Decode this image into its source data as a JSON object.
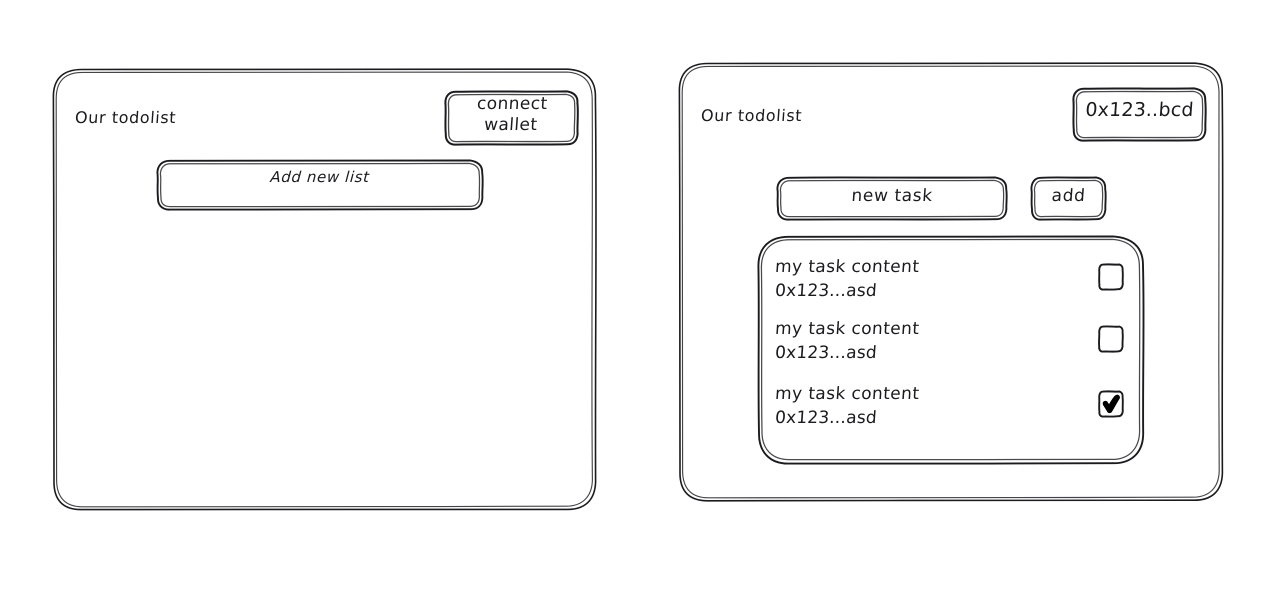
{
  "background_color": "#ffffff",
  "stroke_color": "#1b1b1f",
  "panels": {
    "left": {
      "name": "disconnected-state",
      "title": "Our todolist",
      "connect_wallet_label": "connect\nwallet",
      "connect_wallet_line1": "connect",
      "connect_wallet_line2": "wallet",
      "add_new_list_label": "Add new list"
    },
    "right": {
      "name": "connected-state",
      "title": "Our todolist",
      "wallet_address": "0x123..bcd",
      "new_task_placeholder": "new task",
      "add_button_label": "add",
      "tasks": [
        {
          "content": "my task content",
          "owner": "0x123...asd",
          "checked": false,
          "checkbox_icon": "checkbox-empty-icon"
        },
        {
          "content": "my task content",
          "owner": "0x123...asd",
          "checked": false,
          "checkbox_icon": "checkbox-empty-icon"
        },
        {
          "content": "my task content",
          "owner": "0x123...asd",
          "checked": true,
          "checkbox_icon": "checkbox-checked-icon"
        }
      ]
    }
  }
}
